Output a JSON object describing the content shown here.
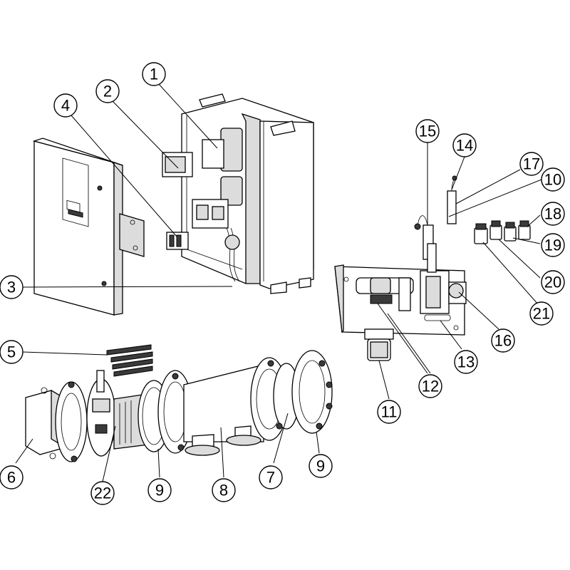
{
  "diagram": {
    "type": "exploded-parts-view",
    "callouts": [
      {
        "number": "1"
      },
      {
        "number": "2"
      },
      {
        "number": "3"
      },
      {
        "number": "4"
      },
      {
        "number": "5"
      },
      {
        "number": "6"
      },
      {
        "number": "7"
      },
      {
        "number": "8"
      },
      {
        "number": "9"
      },
      {
        "number": "9"
      },
      {
        "number": "10"
      },
      {
        "number": "11"
      },
      {
        "number": "12"
      },
      {
        "number": "13"
      },
      {
        "number": "14"
      },
      {
        "number": "15"
      },
      {
        "number": "16"
      },
      {
        "number": "17"
      },
      {
        "number": "18"
      },
      {
        "number": "19"
      },
      {
        "number": "20"
      },
      {
        "number": "21"
      },
      {
        "number": "22"
      }
    ],
    "colors": {
      "line": "#000000",
      "fill": "#ffffff",
      "shade": "#dcdcdc",
      "dark": "#3a3a3a"
    }
  }
}
